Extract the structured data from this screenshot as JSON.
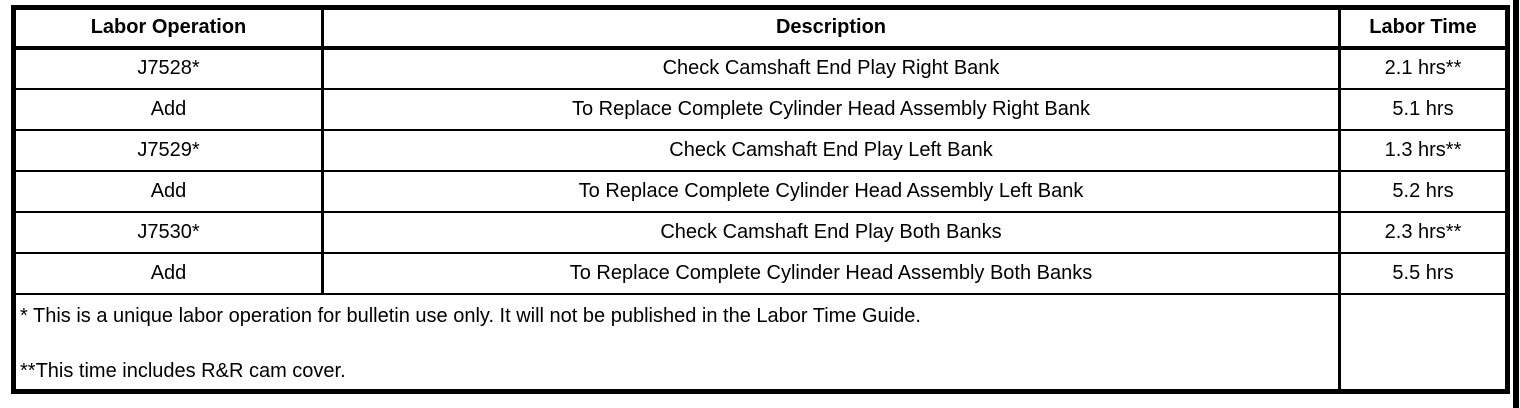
{
  "colors": {
    "border": "#000000",
    "background": "#ffffff",
    "text": "#000000"
  },
  "table": {
    "columns": {
      "labor_operation": "Labor Operation",
      "description": "Description",
      "labor_time": "Labor Time"
    },
    "rows": [
      {
        "op": "J7528*",
        "desc": "Check Camshaft End Play Right Bank",
        "time": "2.1 hrs**"
      },
      {
        "op": "Add",
        "desc": "To Replace Complete Cylinder Head Assembly Right Bank",
        "time": "5.1 hrs"
      },
      {
        "op": "J7529*",
        "desc": "Check Camshaft End Play Left Bank",
        "time": "1.3 hrs**"
      },
      {
        "op": "Add",
        "desc": "To Replace Complete Cylinder Head Assembly Left Bank",
        "time": "5.2 hrs"
      },
      {
        "op": "J7530*",
        "desc": "Check Camshaft End Play Both Banks",
        "time": "2.3 hrs**"
      },
      {
        "op": "Add",
        "desc": "To Replace Complete Cylinder Head Assembly Both Banks",
        "time": "5.5 hrs"
      }
    ],
    "footnotes": [
      "* This is a unique labor operation for bulletin use only. It will not be published in the Labor Time Guide.",
      "**This time includes R&R cam cover."
    ]
  }
}
